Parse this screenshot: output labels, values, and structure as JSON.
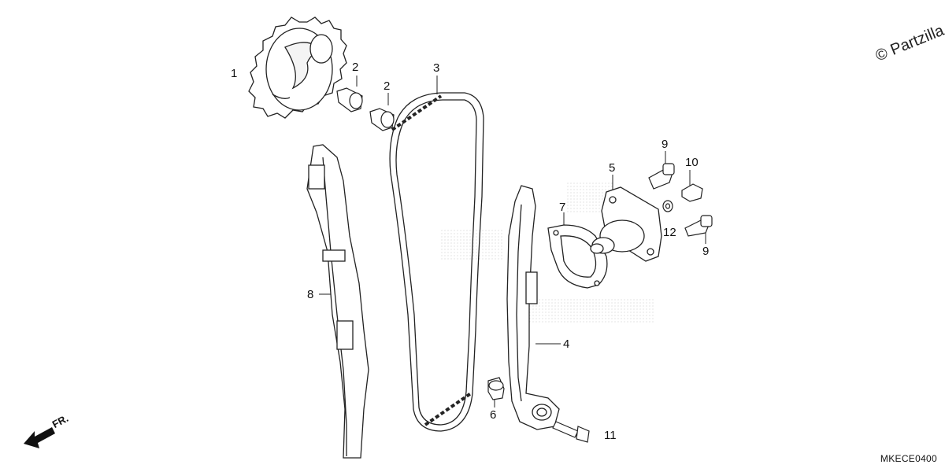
{
  "diagram": {
    "watermark": "© Partzilla.c",
    "drawing_code": "MKECE0400",
    "direction_label": "FR.",
    "callouts": [
      "1",
      "2",
      "2",
      "3",
      "4",
      "5",
      "6",
      "7",
      "8",
      "9",
      "9",
      "10",
      "11",
      "12"
    ]
  }
}
